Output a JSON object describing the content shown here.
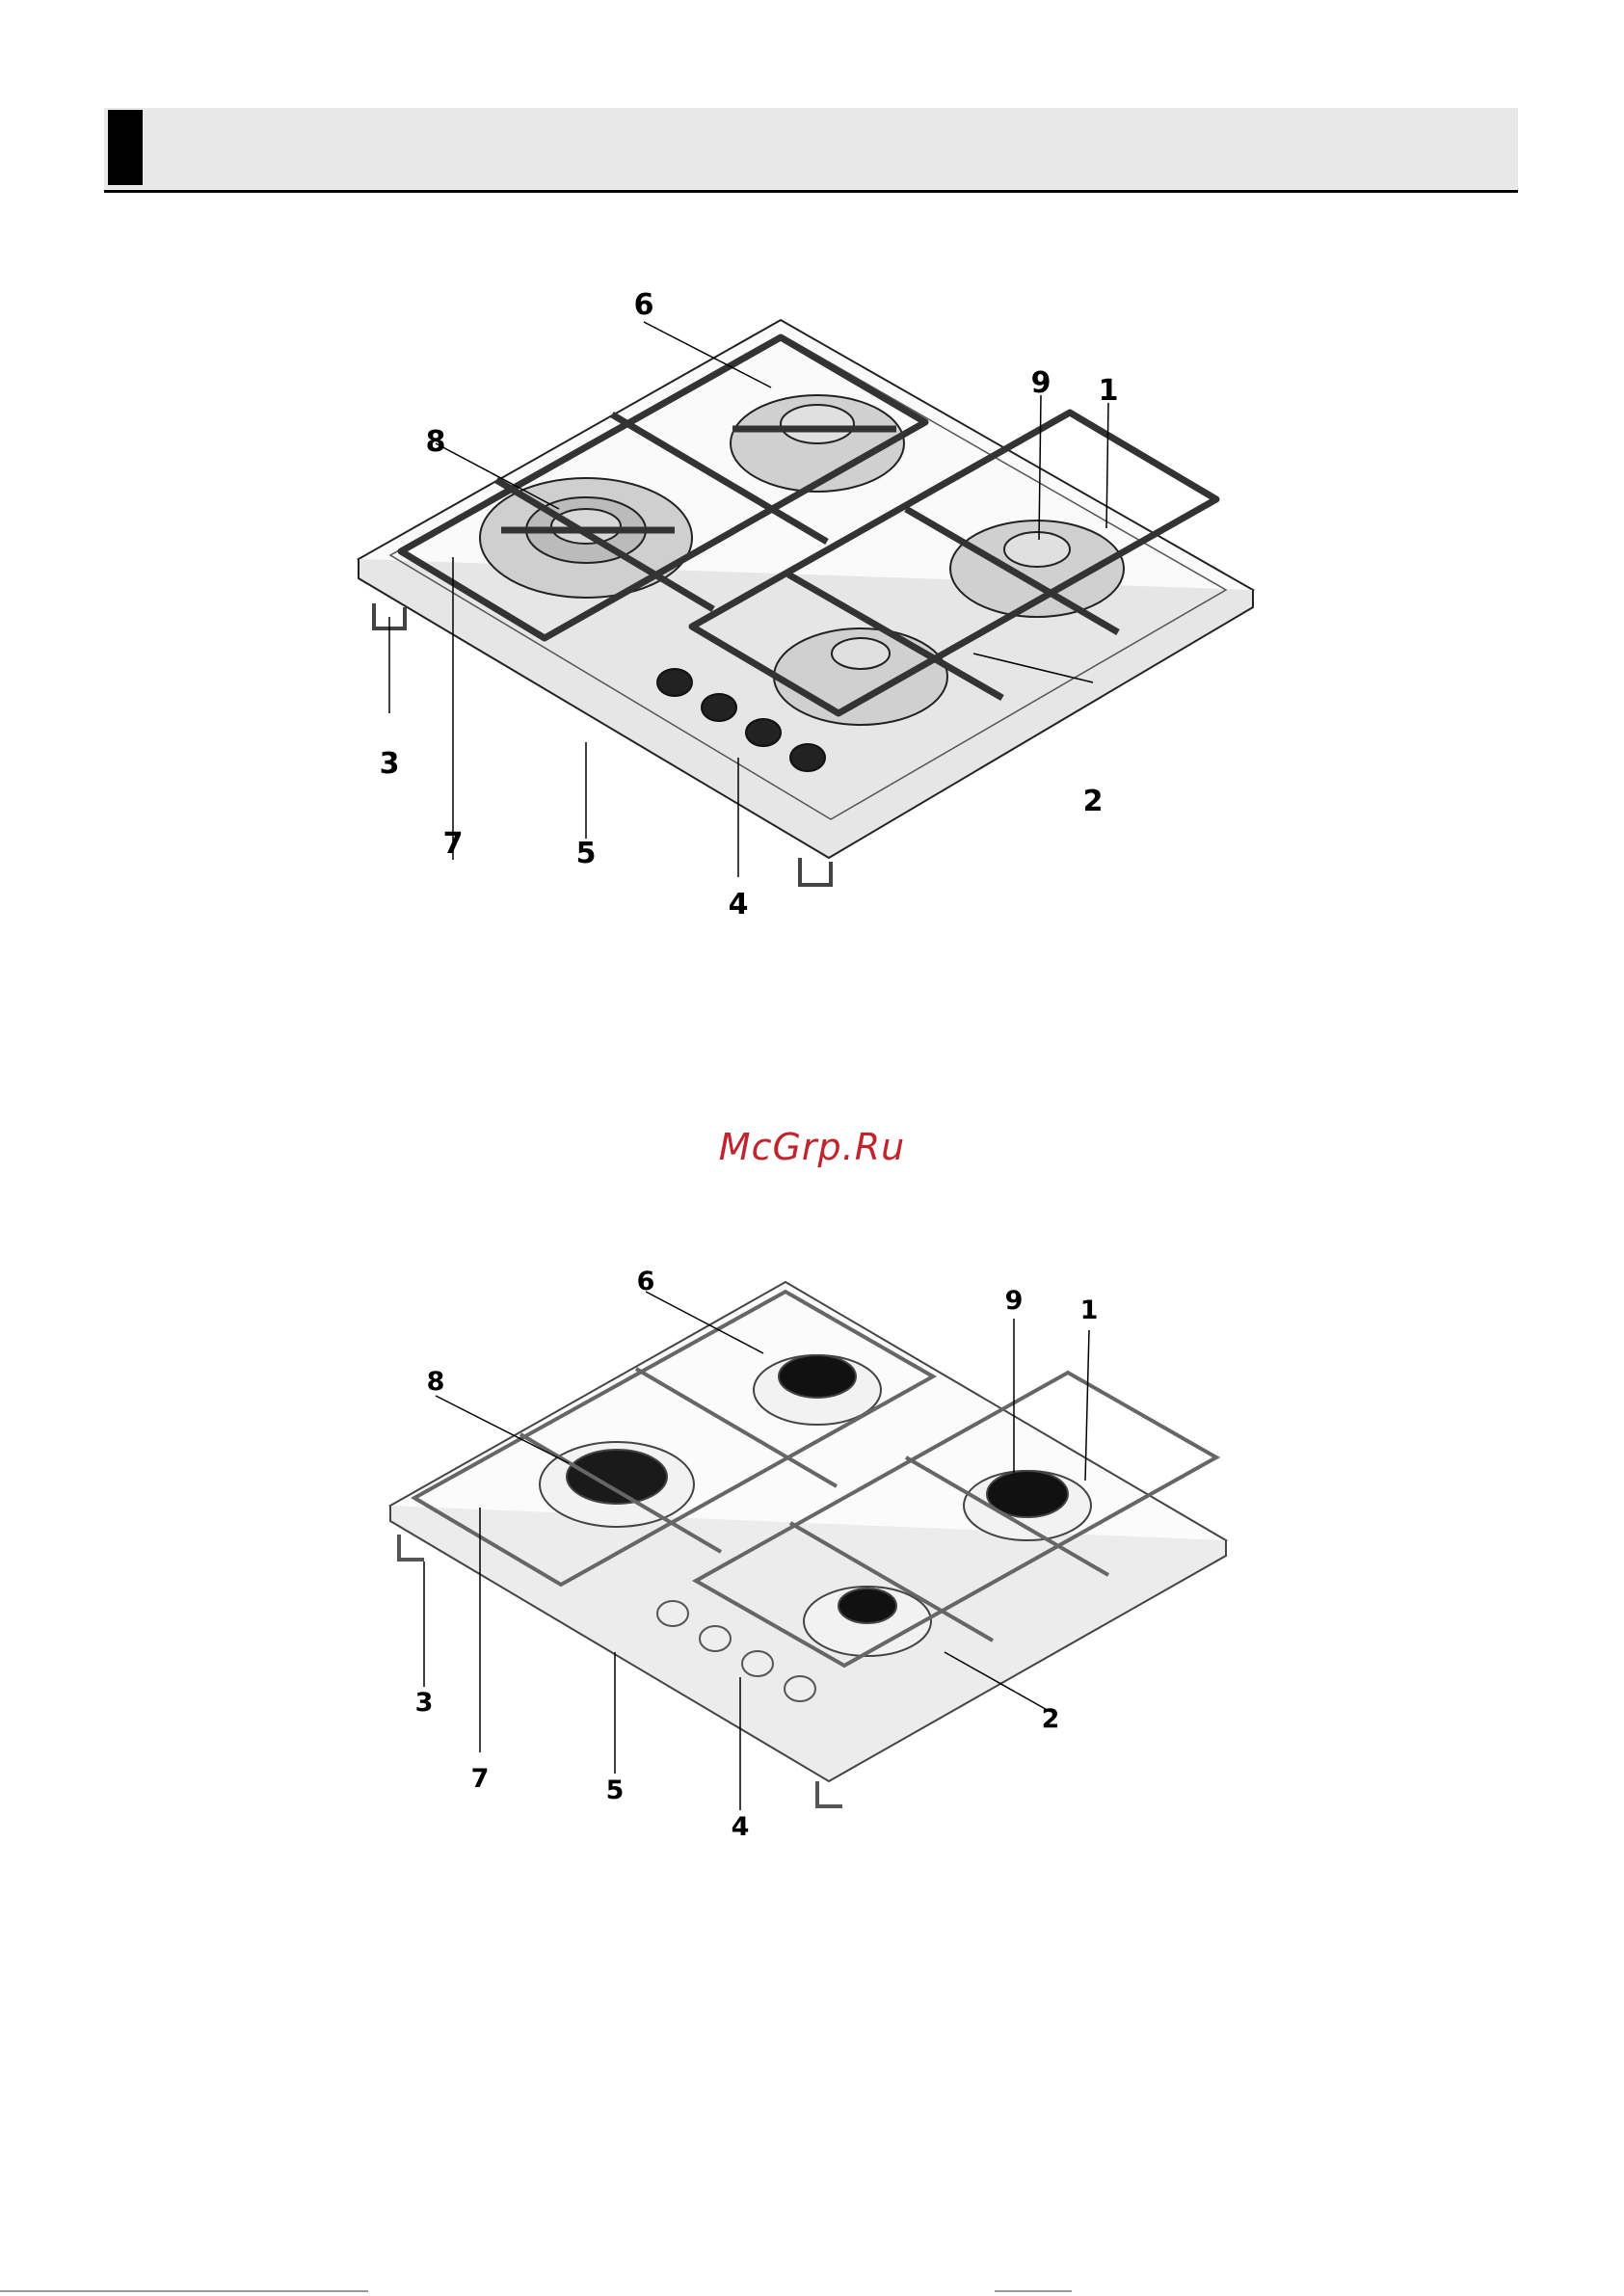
{
  "header": {
    "title": ""
  },
  "watermark": {
    "text": "McGrp.Ru",
    "color": "#c0242c"
  },
  "figures": [
    {
      "style": "cast-iron",
      "callouts": [
        "1",
        "2",
        "3",
        "4",
        "5",
        "6",
        "7",
        "8",
        "9"
      ]
    },
    {
      "style": "wire-grid",
      "callouts": [
        "1",
        "2",
        "3",
        "4",
        "5",
        "6",
        "7",
        "8",
        "9"
      ]
    }
  ]
}
